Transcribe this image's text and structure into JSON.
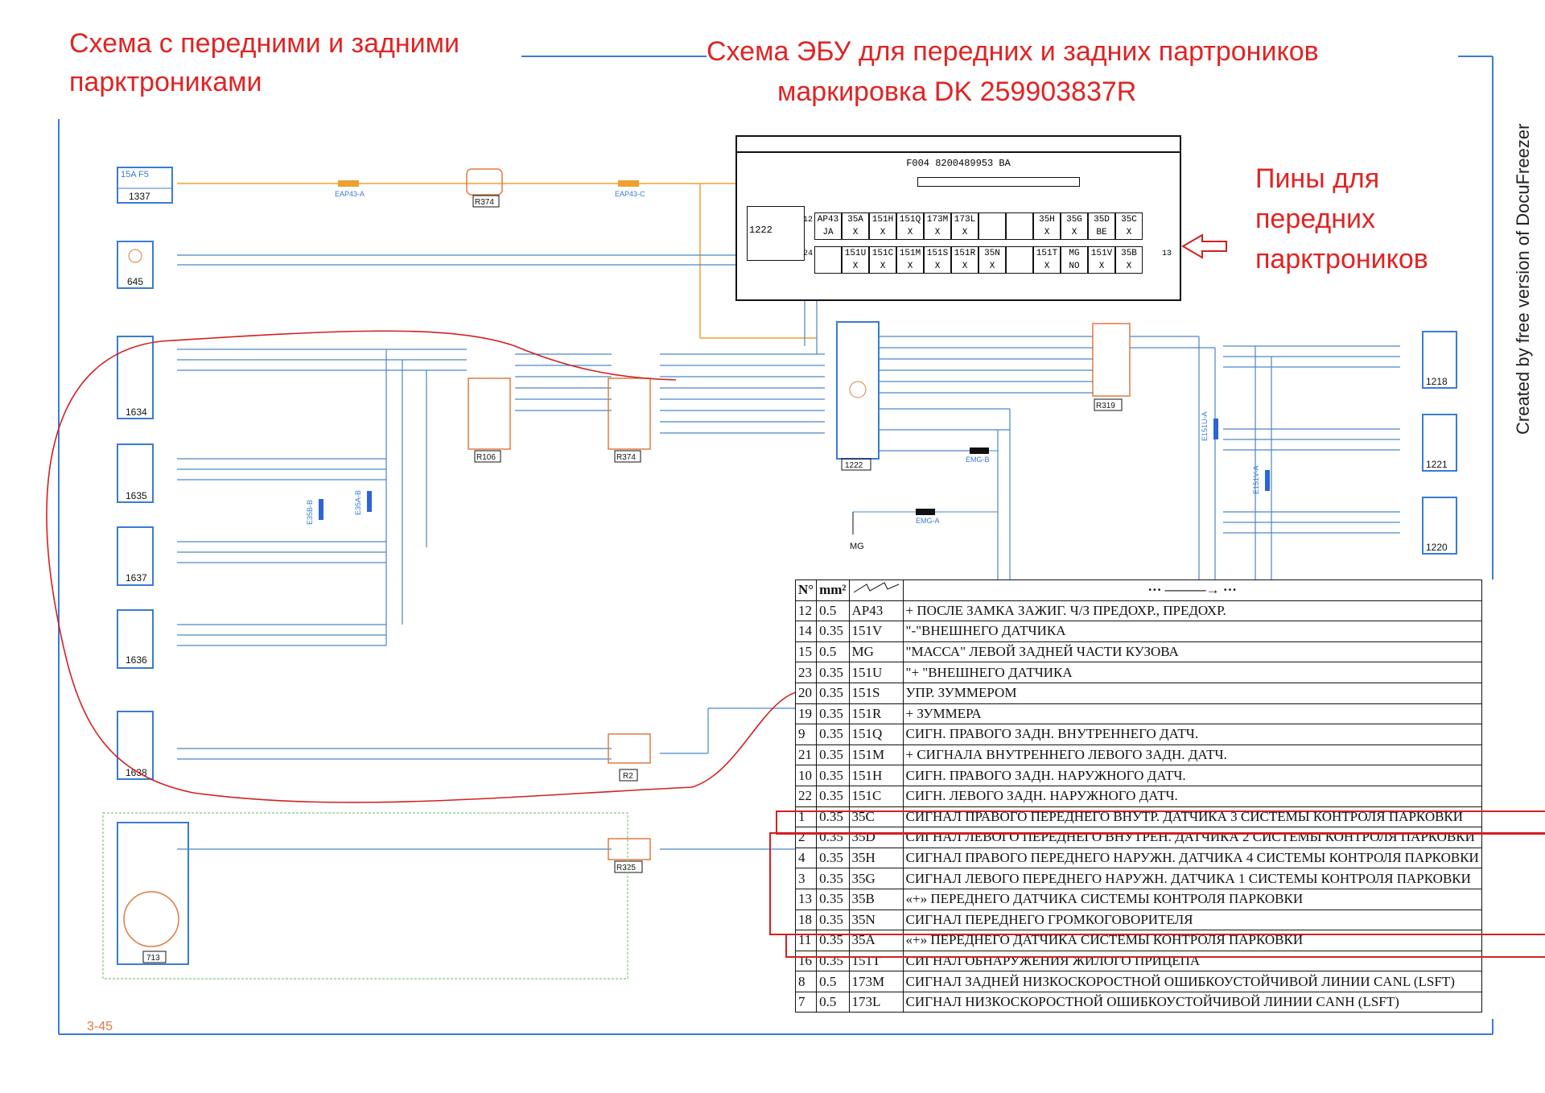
{
  "titles": {
    "left_line1": "Схема с передними и задними",
    "left_line2": "парктрониками",
    "center_line1": "Схема ЭБУ для передних и задних партроников",
    "center_line2": "маркировка DK 259903837R",
    "pins_line1": "Пины для",
    "pins_line2": "передних",
    "pins_line3": "парктроников"
  },
  "watermark": "Created by free version of DocuFreezer",
  "page_number": "3-45",
  "connector_header": {
    "code": "F004  8200489953 BA",
    "left_box": "1222",
    "row1_num": "12",
    "row2_num": "24",
    "row_end": "13",
    "row1": [
      {
        "pin": "AP43",
        "color": "JA"
      },
      {
        "pin": "35A",
        "color": "X"
      },
      {
        "pin": "151H",
        "color": "X"
      },
      {
        "pin": "151Q",
        "color": "X"
      },
      {
        "pin": "173M",
        "color": "X"
      },
      {
        "pin": "173L",
        "color": "X"
      },
      {
        "pin": "",
        "color": ""
      },
      {
        "pin": "",
        "color": ""
      },
      {
        "pin": "35H",
        "color": "X"
      },
      {
        "pin": "35G",
        "color": "X"
      },
      {
        "pin": "35D",
        "color": "BE"
      },
      {
        "pin": "35C",
        "color": "X"
      }
    ],
    "row2": [
      {
        "pin": "",
        "color": ""
      },
      {
        "pin": "151U",
        "color": "X"
      },
      {
        "pin": "151C",
        "color": "X"
      },
      {
        "pin": "151M",
        "color": "X"
      },
      {
        "pin": "151S",
        "color": "X"
      },
      {
        "pin": "151R",
        "color": "X"
      },
      {
        "pin": "35N",
        "color": "X"
      },
      {
        "pin": "",
        "color": ""
      },
      {
        "pin": "151T",
        "color": "X"
      },
      {
        "pin": "MG",
        "color": "NO"
      },
      {
        "pin": "151V",
        "color": "X"
      },
      {
        "pin": "35B",
        "color": "X"
      }
    ]
  },
  "components": {
    "c1337": "1337",
    "fuse": "15A  F5",
    "c645": "645",
    "c1634": "1634",
    "c1635": "1635",
    "c1637": "1637",
    "c1636": "1636",
    "c1638": "1638",
    "c713": "713",
    "r374_top": "R374",
    "r106": "R106",
    "r374": "R374",
    "r2": "R2",
    "r325": "R325",
    "c1222": "1222",
    "r319": "R319",
    "c1218": "1218",
    "c1221": "1221",
    "c1220": "1220",
    "mg": "MG",
    "emg_a": "EMG-A",
    "emg_b": "EMG-B",
    "eap43_a": "EAP43-A",
    "eap43_c": "EAP43-C",
    "e35a": "E35A-B",
    "e35b": "E35B-B",
    "e151u": "E151U-A",
    "e151v": "E151V-A"
  },
  "wire_table": {
    "headers": [
      "N°",
      "mm²",
      "",
      "···  ———→  ···",
      ""
    ],
    "rows": [
      [
        "12",
        "0.5",
        "AP43",
        "+ ПОСЛЕ ЗАМКА ЗАЖИГ. Ч/З ПРЕДОХР., ПРЕДОХР."
      ],
      [
        "14",
        "0.35",
        "151V",
        "\"-\"ВНЕШНЕГО ДАТЧИКА"
      ],
      [
        "15",
        "0.5",
        "MG",
        "\"МАССА\" ЛЕВОЙ ЗАДНЕЙ ЧАСТИ КУЗОВА"
      ],
      [
        "23",
        "0.35",
        "151U",
        "\"+ \"ВНЕШНЕГО ДАТЧИКА"
      ],
      [
        "20",
        "0.35",
        "151S",
        "УПР. ЗУММЕРОМ"
      ],
      [
        "19",
        "0.35",
        "151R",
        "+ ЗУММЕРА"
      ],
      [
        "9",
        "0.35",
        "151Q",
        "СИГН. ПРАВОГО ЗАДН. ВНУТРЕННЕГО ДАТЧ."
      ],
      [
        "21",
        "0.35",
        "151M",
        "+ СИГНАЛА ВНУТРЕННЕГО ЛЕВОГО ЗАДН. ДАТЧ."
      ],
      [
        "10",
        "0.35",
        "151H",
        "СИГН. ПРАВОГО ЗАДН. НАРУЖНОГО ДАТЧ."
      ],
      [
        "22",
        "0.35",
        "151C",
        "СИГН. ЛЕВОГО ЗАДН. НАРУЖНОГО ДАТЧ."
      ],
      [
        "1",
        "0.35",
        "35C",
        "СИГНАЛ ПРАВОГО ПЕРЕДНЕГО ВНУТР. ДАТЧИКА 3 СИСТЕМЫ КОНТРОЛЯ ПАРКОВКИ"
      ],
      [
        "2",
        "0.35",
        "35D",
        "СИГНАЛ ЛЕВОГО ПЕРЕДНЕГО ВНУТРЕН. ДАТЧИКА 2 СИСТЕМЫ КОНТРОЛЯ ПАРКОВКИ"
      ],
      [
        "4",
        "0.35",
        "35H",
        "СИГНАЛ ПРАВОГО ПЕРЕДНЕГО НАРУЖН. ДАТЧИКА 4 СИСТЕМЫ КОНТРОЛЯ ПАРКОВКИ"
      ],
      [
        "3",
        "0.35",
        "35G",
        "СИГНАЛ ЛЕВОГО ПЕРЕДНЕГО НАРУЖН. ДАТЧИКА 1 СИСТЕМЫ КОНТРОЛЯ ПАРКОВКИ"
      ],
      [
        "13",
        "0.35",
        "35B",
        "«+» ПЕРЕДНЕГО ДАТЧИКА СИСТЕМЫ КОНТРОЛЯ ПАРКОВКИ"
      ],
      [
        "18",
        "0.35",
        "35N",
        "СИГНАЛ ПЕРЕДНЕГО ГРОМКОГОВОРИТЕЛЯ"
      ],
      [
        "11",
        "0.35",
        "35A",
        "«+» ПЕРЕДНЕГО ДАТЧИКА СИСТЕМЫ КОНТРОЛЯ ПАРКОВКИ"
      ],
      [
        "16",
        "0.35",
        "151T",
        "СИГНАЛ ОБНАРУЖЕНИЯ ЖИЛОГО ПРИЦЕПА"
      ],
      [
        "8",
        "0.5",
        "173M",
        "СИГНАЛ ЗАДНЕЙ НИЗКОСКОРОСТНОЙ ОШИБКОУСТОЙЧИВОЙ ЛИНИИ CANL (LSFT)"
      ],
      [
        "7",
        "0.5",
        "173L",
        "СИГНАЛ НИЗКОСКОРОСТНОЙ ОШИБКОУСТОЙЧИВОЙ ЛИНИИ CANH (LSFT)"
      ]
    ]
  },
  "colors": {
    "annotation": "#e02424",
    "wire_blue": "#4a86c8",
    "wire_orange": "#f0a030",
    "connector": "#e07a40",
    "frame": "#3a7bd5",
    "trailer_box": "#7ccc7c"
  }
}
